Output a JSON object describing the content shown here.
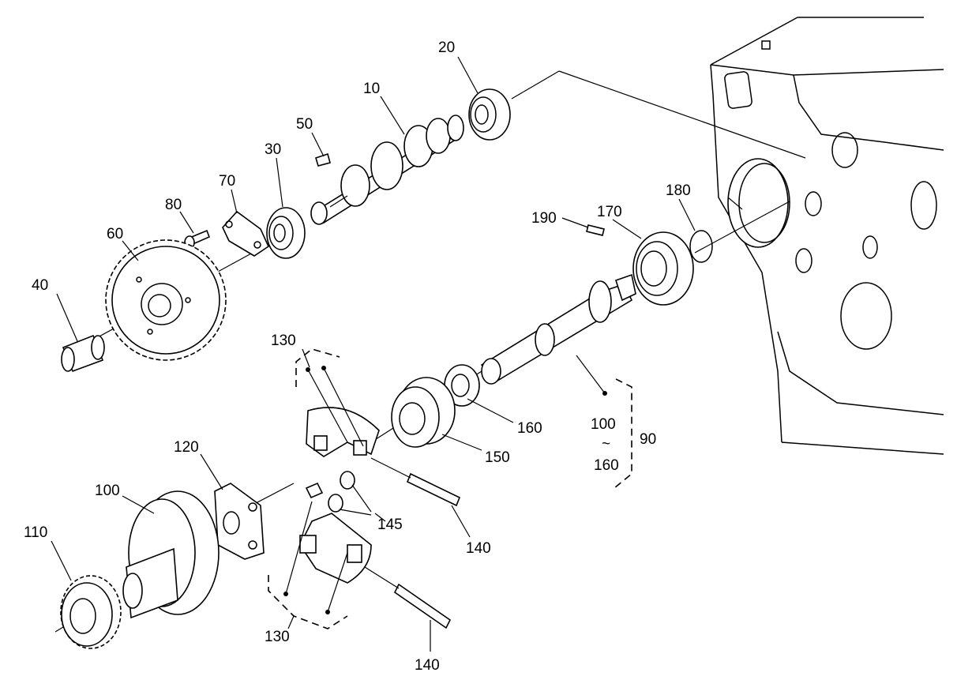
{
  "labels": {
    "p10": "10",
    "p20": "20",
    "p30": "30",
    "p40": "40",
    "p50": "50",
    "p60": "60",
    "p70": "70",
    "p80": "80",
    "p90": "90",
    "p100_range_start": "100",
    "p100_range_tilde": "~",
    "p100_range_end": "160",
    "p100": "100",
    "p110": "110",
    "p120": "120",
    "p130_top": "130",
    "p130_bottom": "130",
    "p140_top": "140",
    "p140_bottom": "140",
    "p145": "145",
    "p150": "150",
    "p160": "160",
    "p170": "170",
    "p180": "180",
    "p190": "190"
  }
}
